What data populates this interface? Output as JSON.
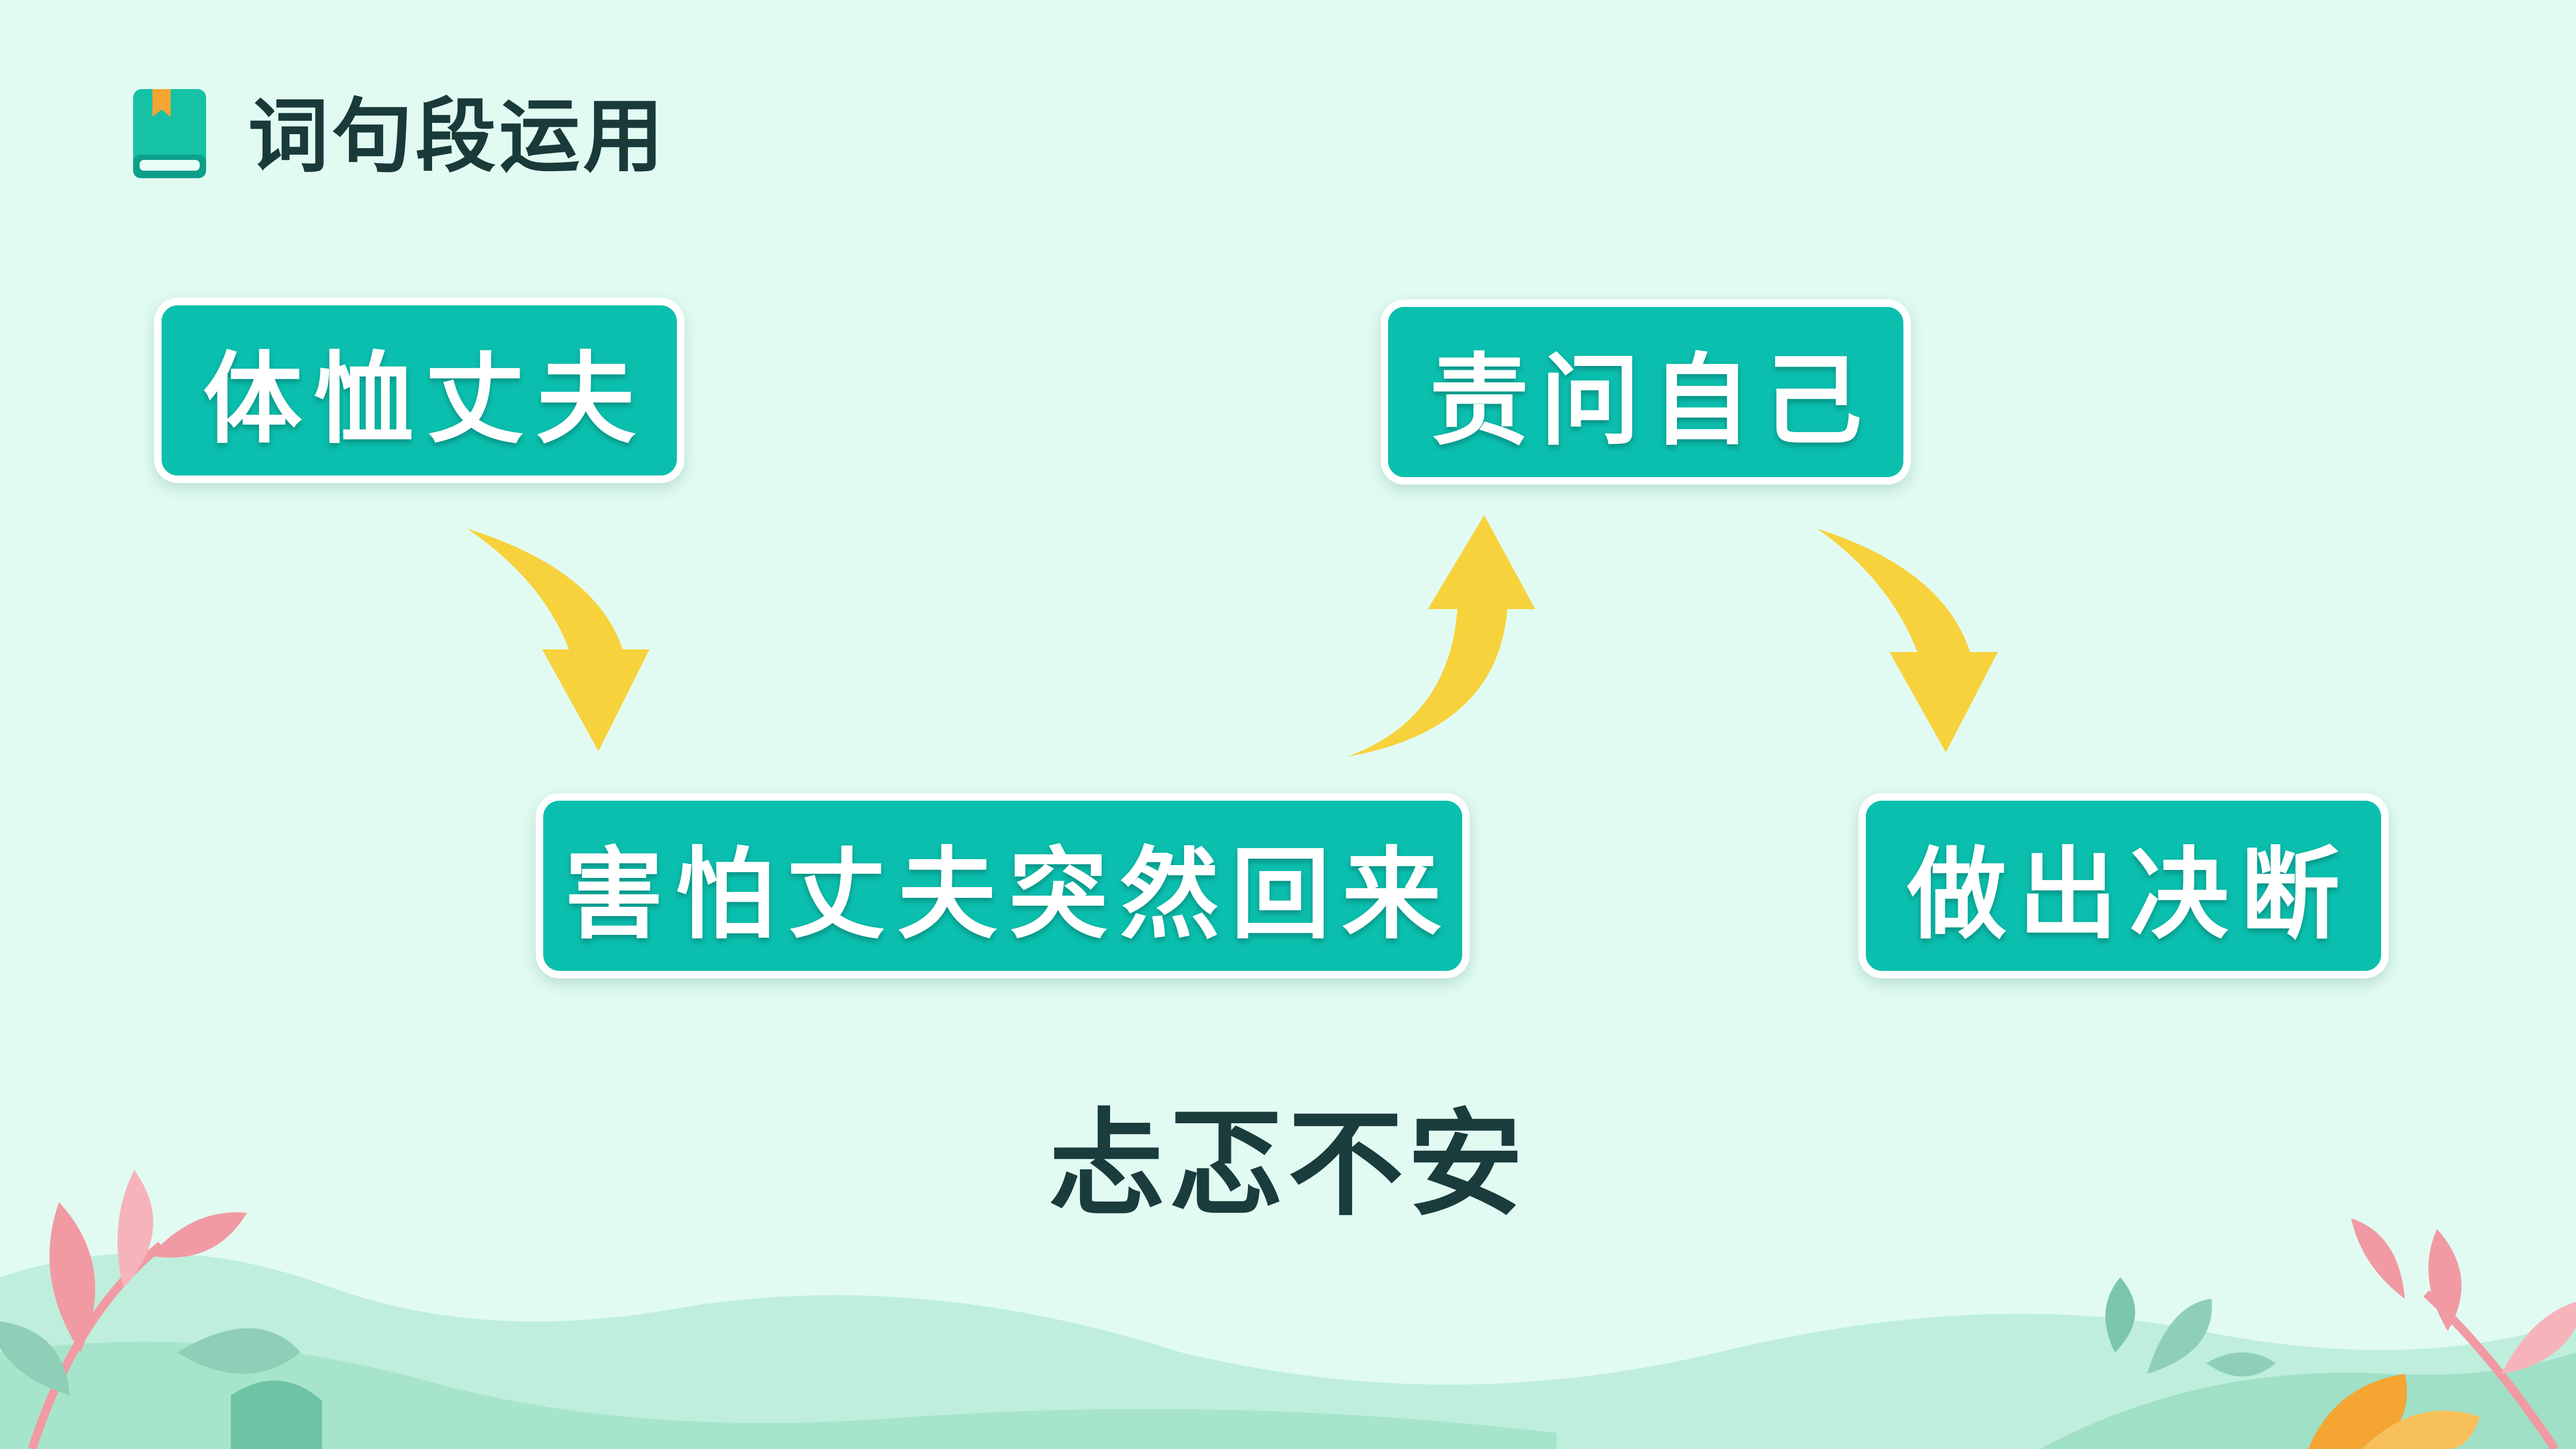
{
  "header": {
    "title": "词句段运用",
    "icon": "book-icon"
  },
  "diagram": {
    "nodes": [
      {
        "id": "n1",
        "label": "体恤丈夫"
      },
      {
        "id": "n2",
        "label": "害怕丈夫突然回来"
      },
      {
        "id": "n3",
        "label": "责问自己"
      },
      {
        "id": "n4",
        "label": "做出决断"
      }
    ],
    "edges": [
      {
        "from": "n1",
        "to": "n2"
      },
      {
        "from": "n2",
        "to": "n3"
      },
      {
        "from": "n3",
        "to": "n4"
      }
    ]
  },
  "summary": {
    "word": "忐忑不安"
  },
  "colors": {
    "background": "#e1fbf2",
    "node_fill": "#0bbfae",
    "node_border": "#ffffff",
    "arrow": "#f7d23c",
    "text_dark": "#1a3c3c",
    "accent_orange": "#f4a532",
    "leaf_pink": "#f19aa3",
    "leaf_green": "#8fcfb8"
  }
}
